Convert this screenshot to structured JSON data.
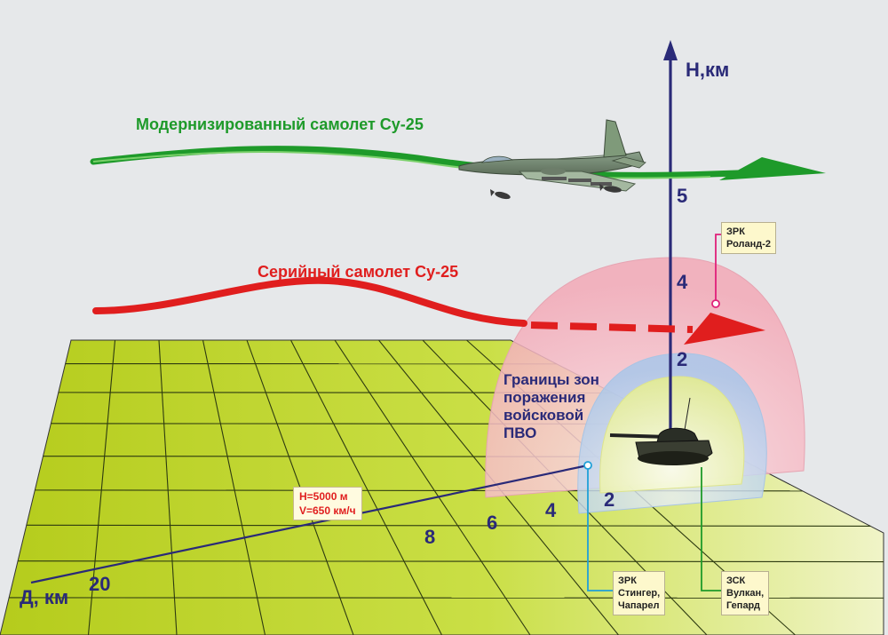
{
  "labels": {
    "modernized": "Модернизированный самолет Су-25",
    "serial": "Серийный самолет Су-25",
    "h_axis": "H,км",
    "d_axis": "Д, км",
    "zones_title": "Границы зон поражения войсковой ПВО"
  },
  "h_ticks": [
    "5",
    "4",
    "2"
  ],
  "d_ticks": [
    "20",
    "8",
    "6",
    "4",
    "2"
  ],
  "flight_params": {
    "line1": "H=5000 м",
    "line2": "V=650 км/ч"
  },
  "systems": {
    "roland": {
      "line1": "ЗРК",
      "line2": "Роланд-2"
    },
    "stinger": {
      "line1": "ЗРК",
      "line2": "Стингер,",
      "line3": "Чапарел"
    },
    "vulcan": {
      "line1": "ЗСК",
      "line2": "Вулкан,",
      "line3": "Гепард"
    }
  },
  "colors": {
    "modernized_path": "#1e9a2a",
    "serial_path": "#e01e1e",
    "axis": "#2a2a78",
    "grid_fill": "#c9dc3a",
    "roland_zone": "#f4b0bc",
    "stinger_zone": "#b8d2ec",
    "vulcan_zone": "#eef2a0",
    "roland_leader": "#e0207a",
    "stinger_leader": "#20a0d8",
    "vulcan_leader": "#1e9a2a"
  },
  "icons": [
    "su25-aircraft-icon",
    "tank-icon",
    "bomb-icon"
  ]
}
